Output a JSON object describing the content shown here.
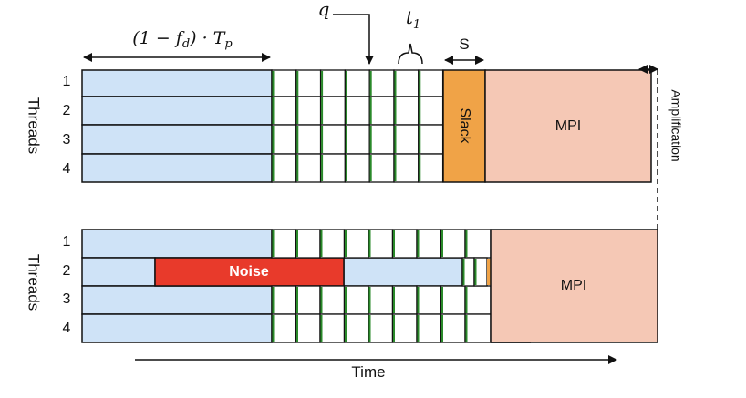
{
  "labels": {
    "formula_top": "(1 − f",
    "formula_sub_d": "d",
    "formula_mid": ") · T",
    "formula_sub_p": "p",
    "q": "q",
    "t1": "t",
    "t1_sub": "1",
    "slack_short": "S",
    "slack": "Slack",
    "mpi_top": "MPI",
    "mpi_bottom": "MPI",
    "noise": "Noise",
    "amplification": "Amplification",
    "threads_top": "Threads",
    "threads_bottom": "Threads",
    "time": "Time"
  },
  "thread_numbers_top": [
    "1",
    "2",
    "3",
    "4"
  ],
  "thread_numbers_bottom": [
    "1",
    "2",
    "3",
    "4"
  ],
  "colors": {
    "compute_fill": "#cfe3f7",
    "outline": "#111111",
    "task_edge": "#2a8a2a",
    "slack": "#f0a347",
    "mpi": "#f5c8b5",
    "noise": "#e83a2b"
  }
}
